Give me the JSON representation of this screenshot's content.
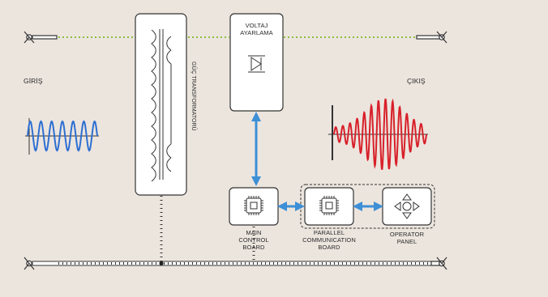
{
  "labels": {
    "input": "GİRİŞ",
    "output": "ÇIKIŞ",
    "transformer": "GÜÇ TRANSFORMATORÜ",
    "voltage_adjust_line1": "VOLTAJ",
    "voltage_adjust_line2": "AYARLAMA",
    "main_board_line1": "MAIN",
    "main_board_line2": "CONTROL",
    "main_board_line3": "BOARD",
    "parallel_line1": "PARALLEL",
    "parallel_line2": "COMMUNICATION",
    "parallel_line3": "BOARD",
    "operator_line1": "OPERATOR",
    "operator_line2": "PANEL"
  },
  "icons": {
    "connector": "connector-icon",
    "chip": "chip-icon",
    "diode": "diode-icon",
    "dpad": "dpad-icon"
  },
  "colors": {
    "background": "#ece5de",
    "wire_green": "#8dbf3f",
    "arrow_blue": "#3d8fd6",
    "input_wave_blue": "#2d6fd2",
    "output_wave_red": "#d8202a",
    "outline": "#333333"
  }
}
